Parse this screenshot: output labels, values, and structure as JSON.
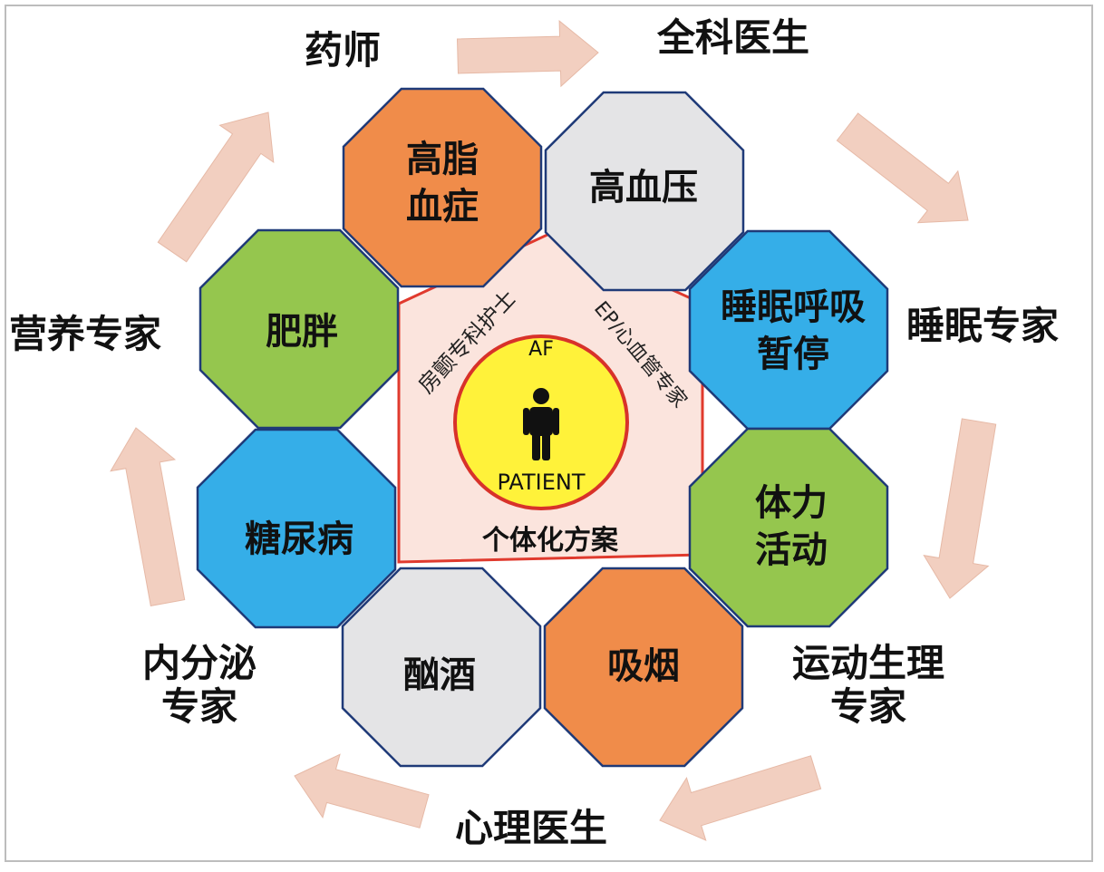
{
  "outer_specialists": {
    "pharmacist": "药师",
    "gp": "全科医生",
    "sleep_expert": "睡眠专家",
    "exercise_line1": "运动生理",
    "exercise_line2": "专家",
    "psych": "心理医生",
    "endo_line1": "内分泌",
    "endo_line2": "专家",
    "nutrition": "营养专家"
  },
  "risk_factors": [
    {
      "lines": [
        "高脂",
        "血症"
      ],
      "color": "#F08C4A"
    },
    {
      "lines": [
        "高血压"
      ],
      "color": "#E4E4E6"
    },
    {
      "lines": [
        "睡眠呼吸",
        "暂停"
      ],
      "color": "#35AEE8"
    },
    {
      "lines": [
        "体力",
        "活动"
      ],
      "color": "#95C64E"
    },
    {
      "lines": [
        "吸烟"
      ],
      "color": "#F08C4A"
    },
    {
      "lines": [
        "酗酒"
      ],
      "color": "#E4E4E6"
    },
    {
      "lines": [
        "糖尿病"
      ],
      "color": "#35AEE8"
    },
    {
      "lines": [
        "肥胖"
      ],
      "color": "#95C64E"
    }
  ],
  "center": {
    "af": "AF",
    "patient": "PATIENT",
    "plan": "个体化方案",
    "nurse": "房颤专科护士",
    "ep": "EP/心血管专家"
  },
  "colors": {
    "arrow": "#F2CFC0",
    "triangle_fill": "#FBE4DD",
    "triangle_stroke": "#E03A2E",
    "circle_fill": "#FFF23A",
    "circle_stroke": "#D8322A",
    "octagon_stroke": "#1F3A78"
  }
}
